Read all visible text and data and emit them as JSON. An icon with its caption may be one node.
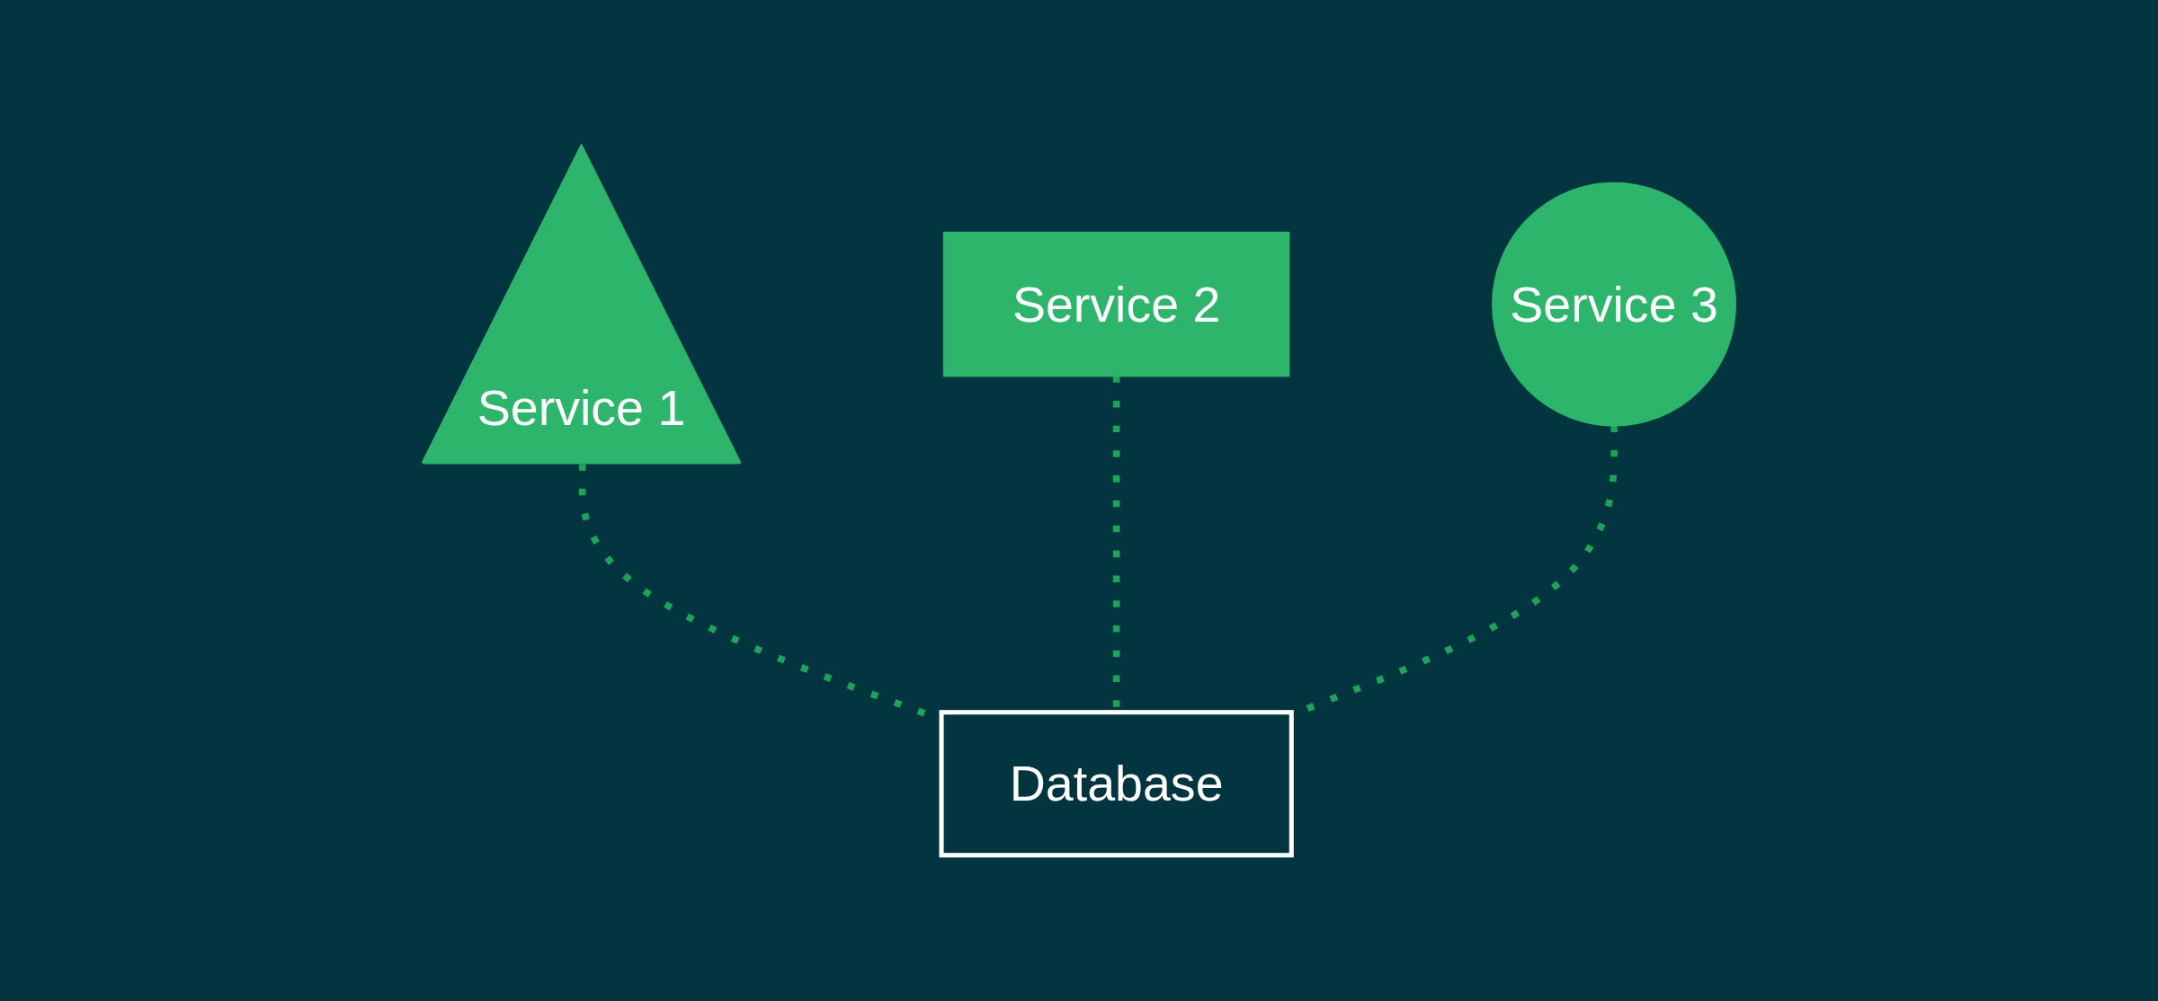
{
  "diagram": {
    "nodes": [
      {
        "text": [
          "Service 1"
        ]
      },
      {
        "text": [
          "Service 2"
        ]
      },
      {
        "text": [
          "Service 3"
        ]
      },
      {
        "text": [
          "Database"
        ]
      }
    ],
    "edges": [
      {
        "from": 0,
        "to": 3,
        "arrow": "none",
        "style": "dashed"
      },
      {
        "from": 1,
        "to": 3,
        "arrow": "none",
        "style": "dashed"
      },
      {
        "from": 2,
        "to": 3,
        "arrow": "none",
        "style": "dashed"
      }
    ]
  }
}
